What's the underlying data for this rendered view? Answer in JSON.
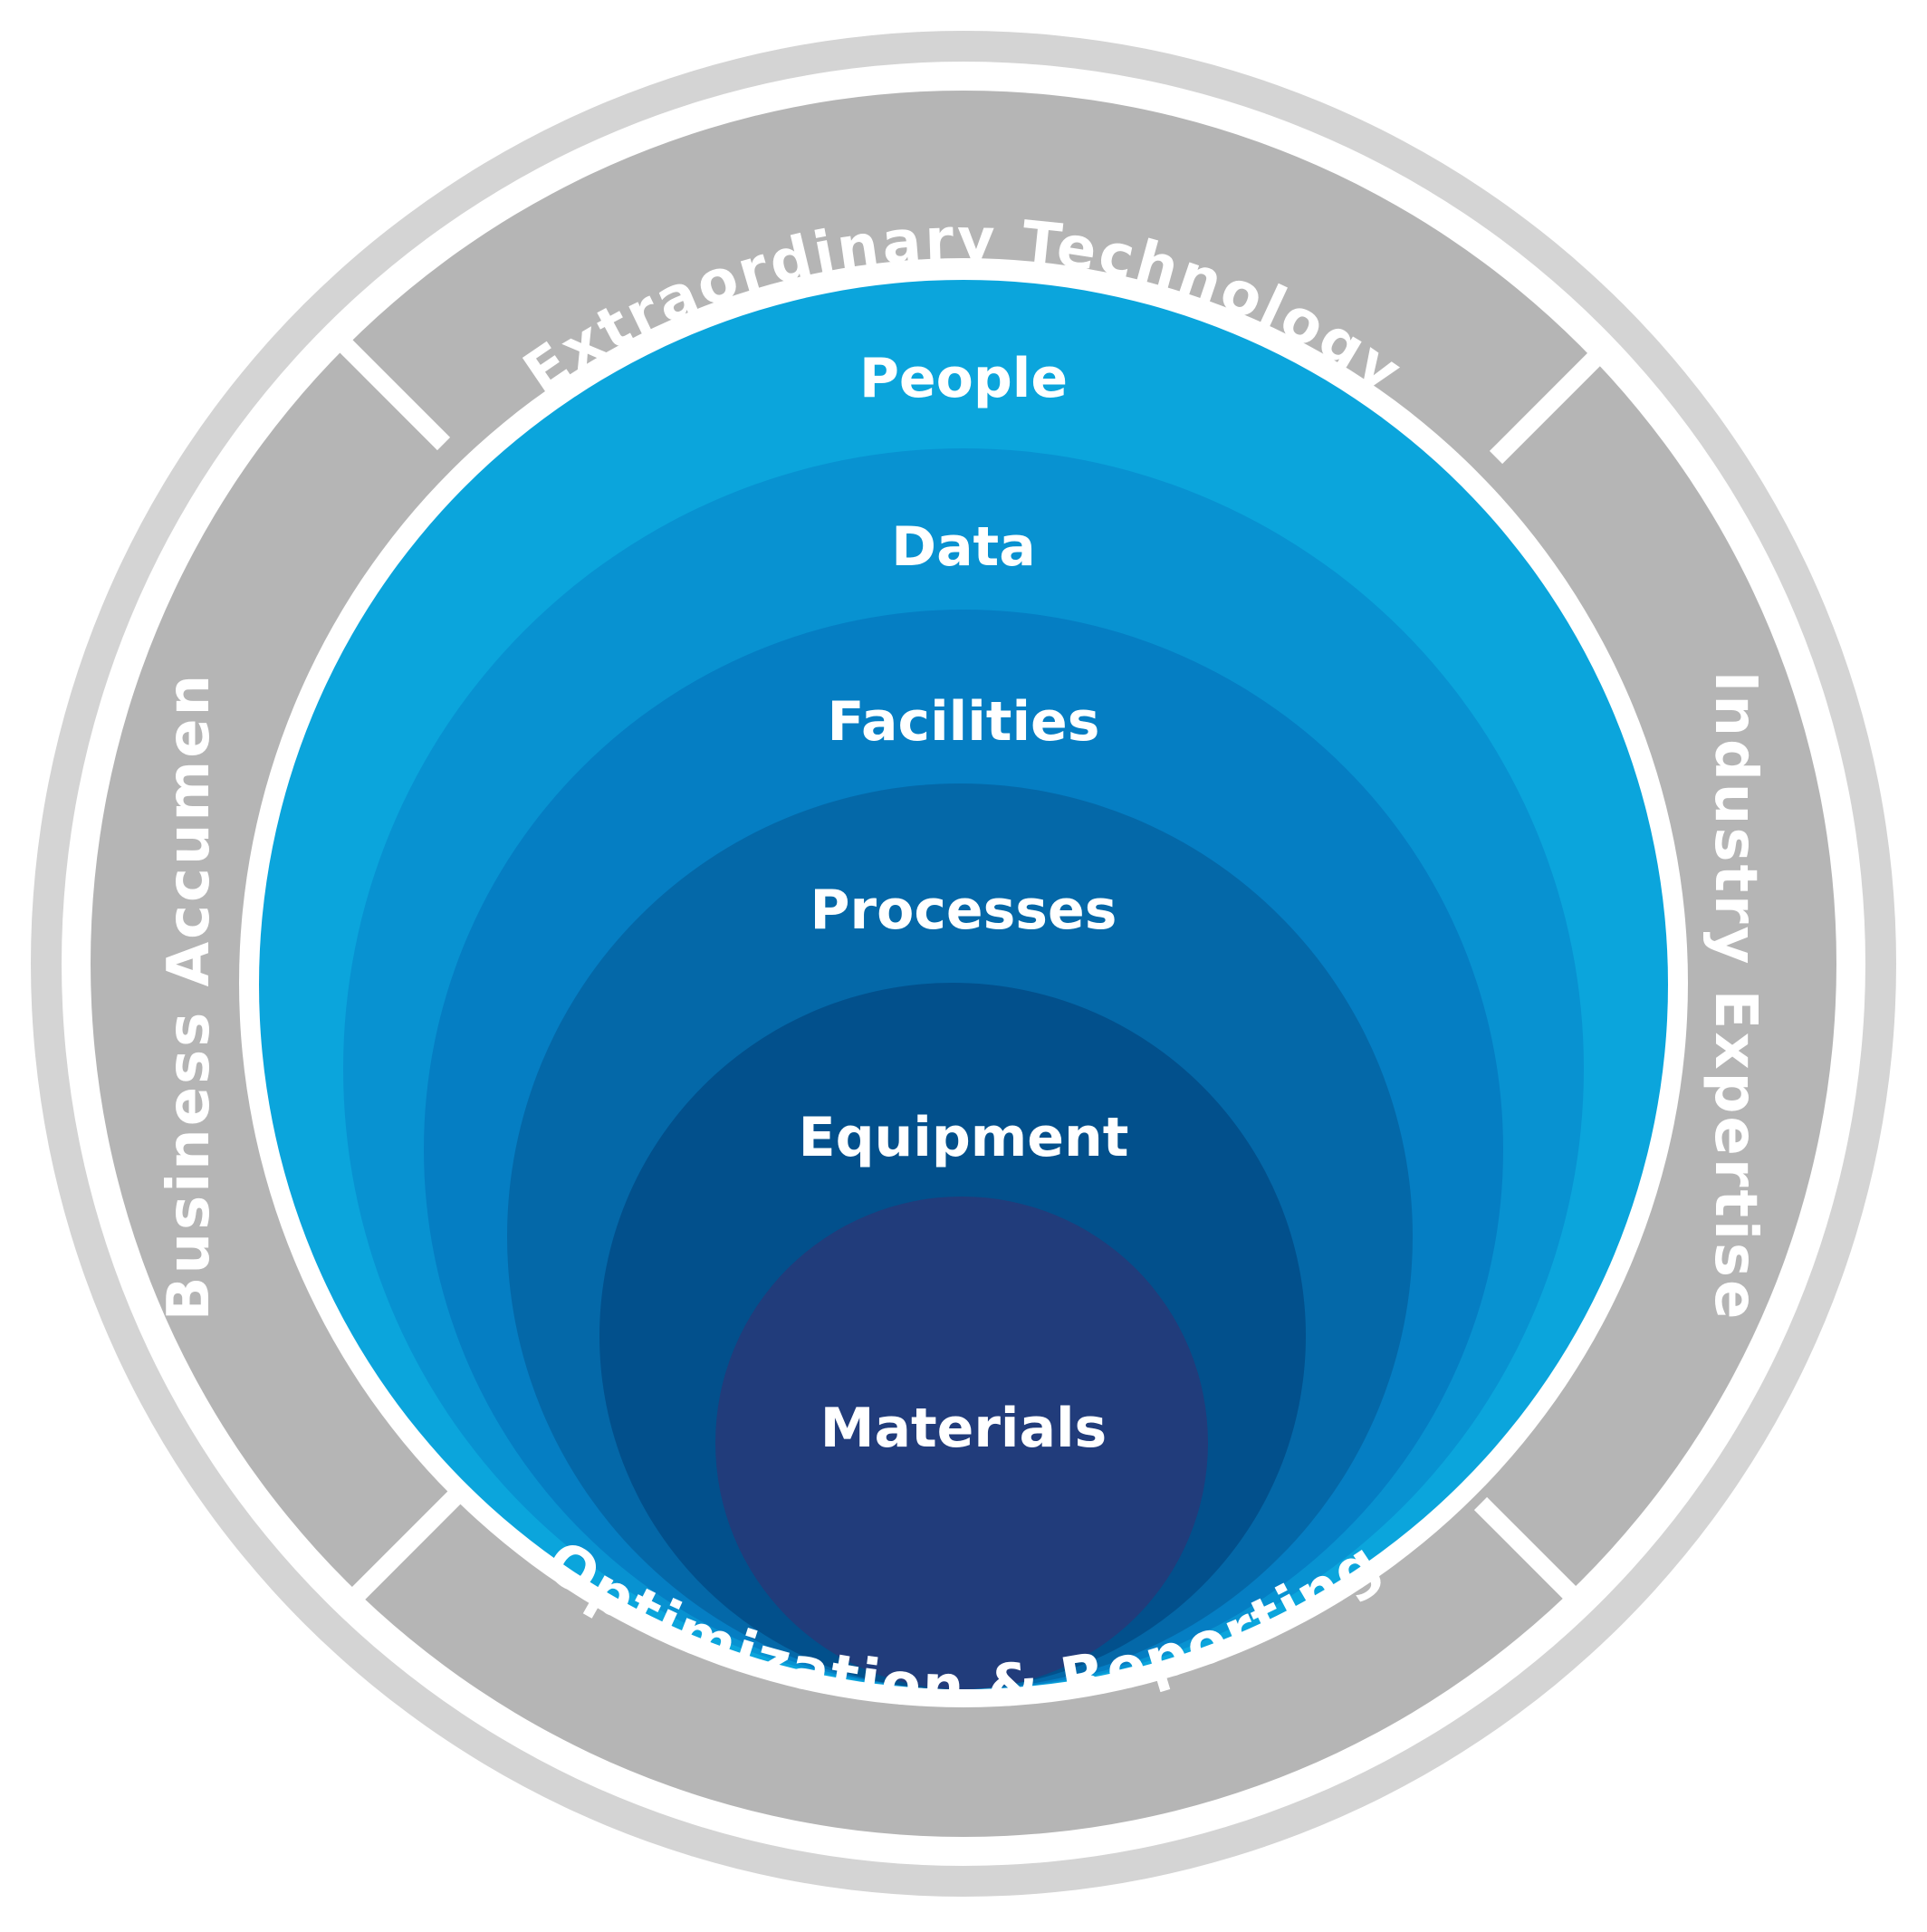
{
  "outer_ring": {
    "top": "Extraordinary Technology",
    "right": "Industry Expertise",
    "bottom": "Optimization & Reporting",
    "left": "Business Accumen"
  },
  "layers": [
    {
      "label": "People",
      "color": "#0ba5dc"
    },
    {
      "label": "Data",
      "color": "#0892d1"
    },
    {
      "label": "Facilities",
      "color": "#057ec3"
    },
    {
      "label": "Processes",
      "color": "#0468a8"
    },
    {
      "label": "Equipment",
      "color": "#02508c"
    },
    {
      "label": "Materials",
      "color": "#213c7b"
    }
  ],
  "colors": {
    "outer_border": "#d4d4d4",
    "ring_segment": "#b5b5b5",
    "divider": "#ffffff",
    "label_text": "#ffffff"
  }
}
